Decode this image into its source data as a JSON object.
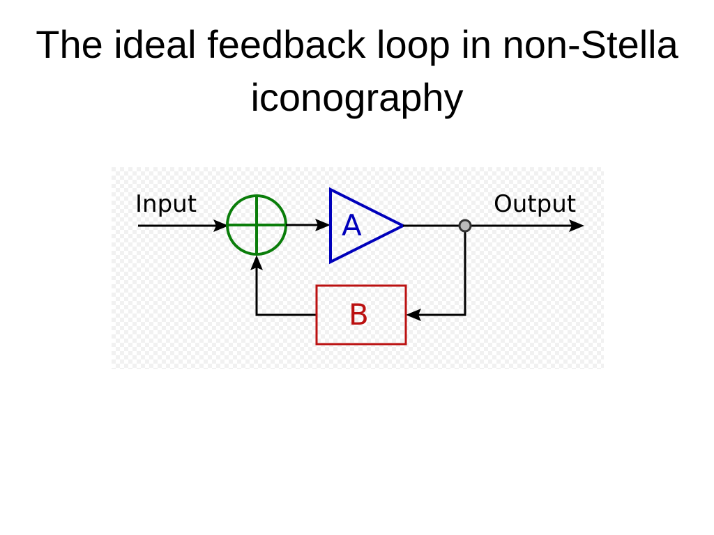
{
  "slide": {
    "title": "The ideal feedback loop in non-Stella iconography"
  },
  "diagram": {
    "input_label": "Input",
    "output_label": "Output",
    "amplifier_label": "A",
    "feedback_label": "B",
    "colors": {
      "summer": "#0a7d0a",
      "amplifier": "#0000bb",
      "feedback": "#bb1111",
      "wire": "#000000",
      "node_fill": "#bbbbbb"
    },
    "icons": [
      "summing-junction-icon",
      "amplifier-triangle-icon",
      "feedback-block-icon",
      "junction-node-icon",
      "arrow-icon"
    ]
  }
}
